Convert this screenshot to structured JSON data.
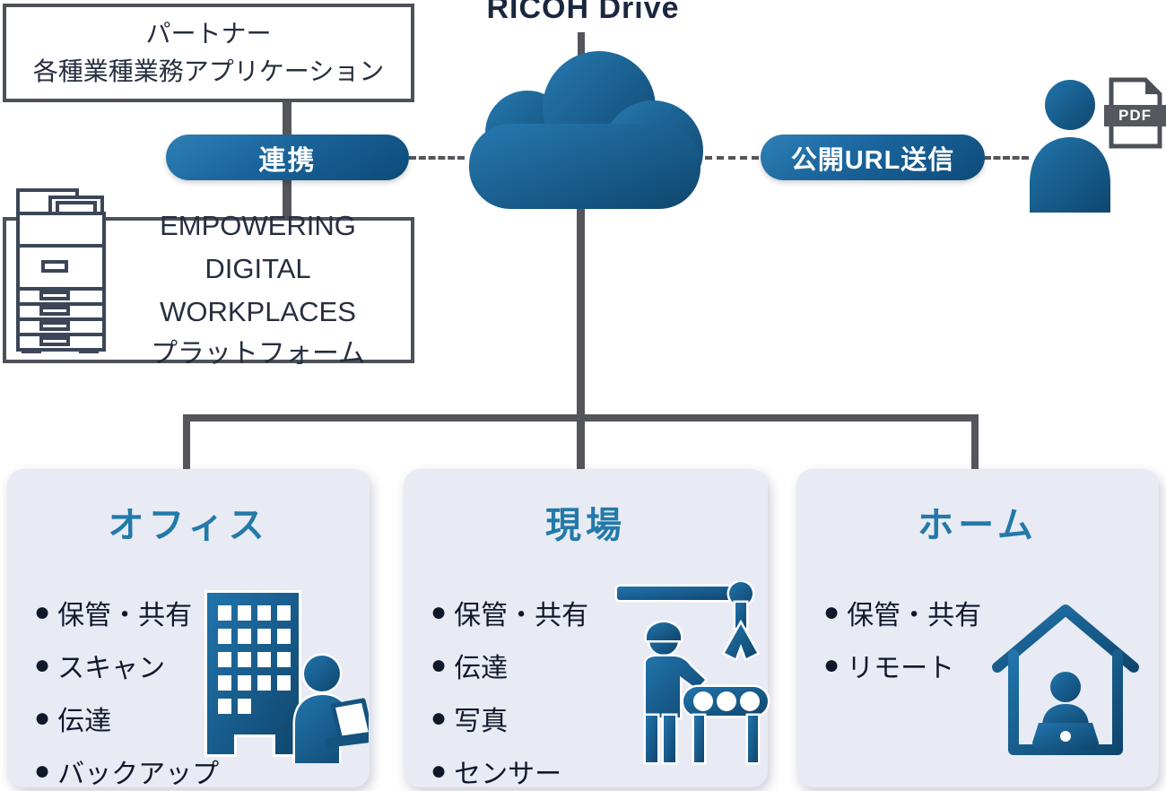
{
  "header": {
    "title": "RICOH Drive"
  },
  "partner_box": {
    "line1": "パートナー",
    "line2": "各種業種業務アプリケーション"
  },
  "link_pill": {
    "label": "連携"
  },
  "platform_box": {
    "line1": "EMPOWERING DIGITAL",
    "line2": "WORKPLACES",
    "line3": "プラットフォーム"
  },
  "url_pill": {
    "label": "公開URL送信"
  },
  "pdf_badge": {
    "label": "PDF"
  },
  "bullet_glyph": "●",
  "cards": [
    {
      "title": "オフィス",
      "icon": "office-building-worker-icon",
      "items": [
        "保管・共有",
        "スキャン",
        "伝達",
        "バックアップ"
      ]
    },
    {
      "title": "現場",
      "icon": "construction-site-worker-icon",
      "items": [
        "保管・共有",
        "伝達",
        "写真",
        "センサー"
      ]
    },
    {
      "title": "ホーム",
      "icon": "home-remote-work-icon",
      "items": [
        "保管・共有",
        "リモート"
      ]
    }
  ],
  "colors": {
    "accent_blue_light": "#2679b1",
    "accent_blue_dark": "#0f466d",
    "connector_gray": "#55565b",
    "card_bg": "#e8ebf4",
    "card_title_blue": "#2379a9",
    "pdf_band_gray": "#54575c"
  }
}
